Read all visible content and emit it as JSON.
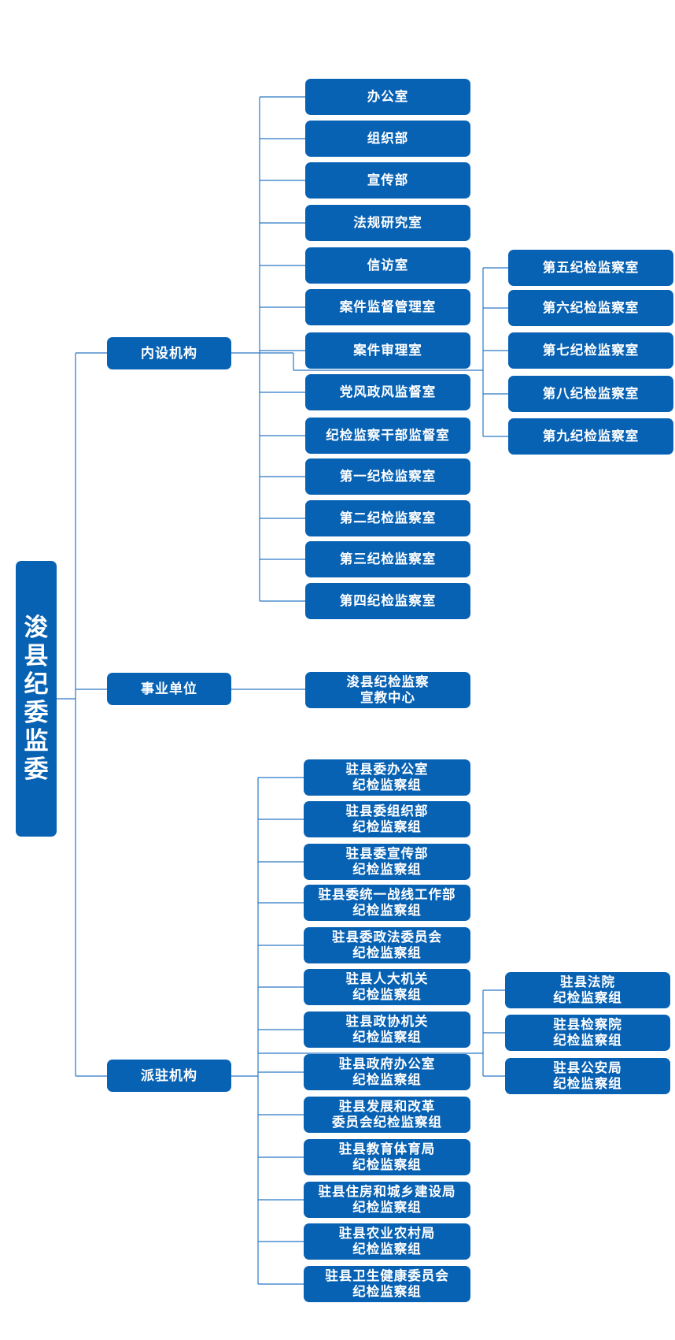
{
  "colors": {
    "box": "#0862b4",
    "line": "#2b78c4",
    "text": "#ffffff"
  },
  "root": {
    "label": "浚\n县\n纪\n委\n监\n委"
  },
  "categories": [
    {
      "label": "内设机构"
    },
    {
      "label": "事业单位"
    },
    {
      "label": "派驻机构"
    }
  ],
  "internal": [
    "办公室",
    "组织部",
    "宣传部",
    "法规研究室",
    "信访室",
    "案件监督管理室",
    "案件审理室",
    "党风政风监督室",
    "纪检监察干部监督室",
    "第一纪检监察室",
    "第二纪检监察室",
    "第三纪检监察室",
    "第四纪检监察室"
  ],
  "internal_extra": [
    "第五纪检监察室",
    "第六纪检监察室",
    "第七纪检监察室",
    "第八纪检监察室",
    "第九纪检监察室"
  ],
  "institution": [
    "浚县纪检监察\n宣教中心"
  ],
  "stationed": [
    "驻县委办公室\n纪检监察组",
    "驻县委组织部\n纪检监察组",
    "驻县委宣传部\n纪检监察组",
    "驻县委统一战线工作部\n纪检监察组",
    "驻县委政法委员会\n纪检监察组",
    "驻县人大机关\n纪检监察组",
    "驻县政协机关\n纪检监察组",
    "驻县政府办公室\n纪检监察组",
    "驻县发展和改革\n委员会纪检监察组",
    "驻县教育体育局\n纪检监察组",
    "驻县住房和城乡建设局\n纪检监察组",
    "驻县农业农村局\n纪检监察组",
    "驻县卫生健康委员会\n纪检监察组"
  ],
  "stationed_extra": [
    "驻县法院\n纪检监察组",
    "驻县检察院\n纪检监察组",
    "驻县公安局\n纪检监察组"
  ]
}
